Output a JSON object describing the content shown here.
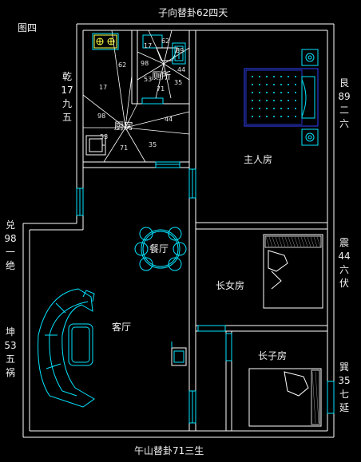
{
  "figure_label": "图四",
  "compass": {
    "top": "子向替卦62四天",
    "bottom": "午山替卦71三生",
    "left_upper": [
      "兑",
      "98",
      "一",
      "绝"
    ],
    "left_lower": [
      "坤",
      "53",
      "五",
      "祸"
    ],
    "right_upper": [
      "艮",
      "89",
      "二",
      "六"
    ],
    "right_middle": [
      "震",
      "44",
      "六",
      "伏"
    ],
    "right_lower": [
      "巽",
      "35",
      "七",
      "延"
    ],
    "left_top": [
      "乾",
      "17",
      "九",
      "五"
    ]
  },
  "rooms": {
    "master": "主人房",
    "kitchen": "厨房",
    "toilet": "厕所",
    "dining": "餐厅",
    "living": "客厅",
    "eldest_daughter": "长女房",
    "eldest_son": "长子房"
  },
  "kitchen_numbers": [
    "62",
    "17",
    "98",
    "53",
    "71",
    "35",
    "44"
  ],
  "toilet_numbers": [
    "17",
    "62",
    "89",
    "98",
    "44",
    "53",
    "71",
    "35"
  ],
  "colors": {
    "wall": "#ffffff",
    "fixture": "#00e5ff",
    "bed_master": "#3344ff",
    "dots": "#00e5ff",
    "text": "#f0f0f0"
  }
}
